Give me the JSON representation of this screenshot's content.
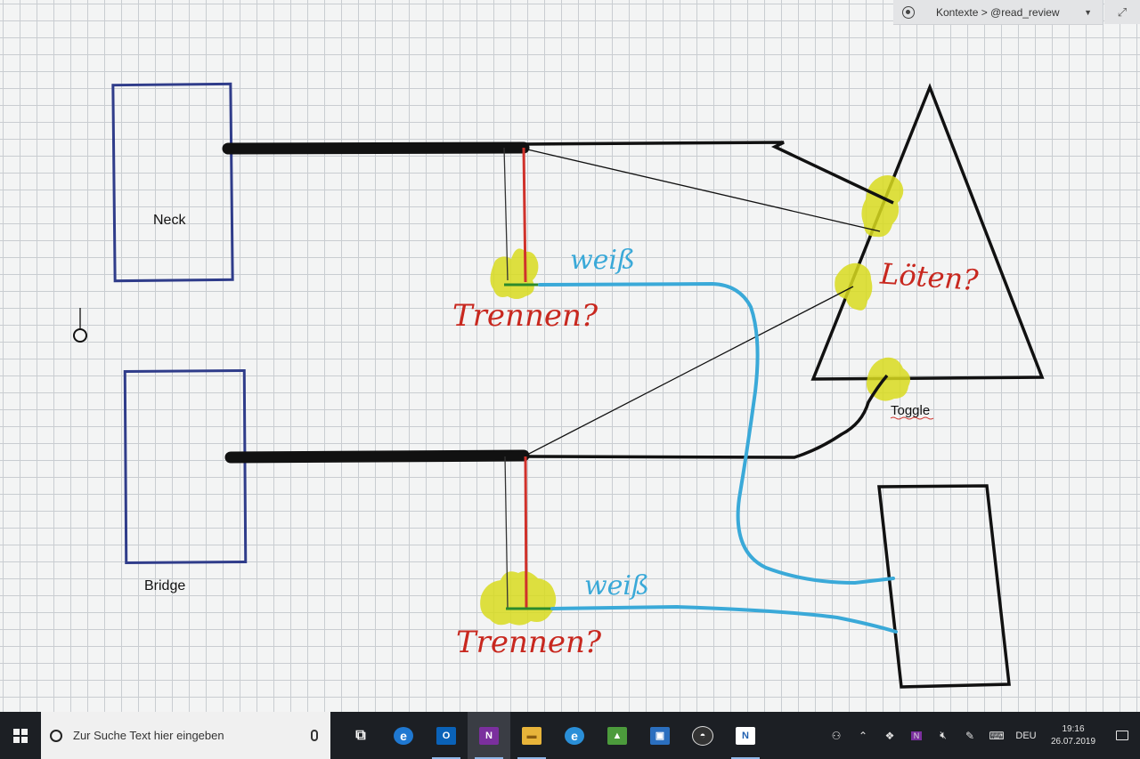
{
  "context_bar": {
    "label": "Kontexte > @read_review",
    "caret": "▼",
    "expand": "⤢"
  },
  "drawing": {
    "labels": {
      "neck": "Neck",
      "bridge": "Bridge",
      "toggle": "Toggle"
    },
    "annotations": {
      "weiss_top": "weiß",
      "weiss_bottom": "weiß",
      "trennen_top": "Trennen?",
      "trennen_bottom": "Trennen?",
      "loeten": "Löten?"
    },
    "colors": {
      "pickup_outline": "#2f3c8a",
      "cable": "#111111",
      "red_wire": "#d0322b",
      "white_wire": "#3aa9d8",
      "highlight": "#d8da1e",
      "annotation_red": "#c8281f",
      "annotation_blue": "#3aa9d8",
      "grid": "#c9cdd1"
    }
  },
  "taskbar": {
    "search_placeholder": "Zur Suche Text hier eingeben",
    "apps": [
      {
        "name": "task-view",
        "glyph": "⧉",
        "color": "#1c1f24"
      },
      {
        "name": "edge-legacy",
        "glyph": "e",
        "color": "#1f78d1"
      },
      {
        "name": "outlook",
        "glyph": "O",
        "color": "#0a62b8"
      },
      {
        "name": "onenote",
        "glyph": "N",
        "color": "#7b2f9e"
      },
      {
        "name": "file-explorer",
        "glyph": "▬",
        "color": "#e8b43a"
      },
      {
        "name": "internet-explorer",
        "glyph": "e",
        "color": "#2a8fd8"
      },
      {
        "name": "photo-app",
        "glyph": "▲",
        "color": "#4c9b3c"
      },
      {
        "name": "remote-desktop",
        "glyph": "▣",
        "color": "#2b6fbf"
      },
      {
        "name": "app-mountain",
        "glyph": "◓",
        "color": "#333333"
      },
      {
        "name": "app-n",
        "glyph": "N",
        "color": "#1f5fb0"
      }
    ],
    "tray": {
      "language": "DEU",
      "time": "19:16",
      "date": "26.07.2019"
    }
  }
}
